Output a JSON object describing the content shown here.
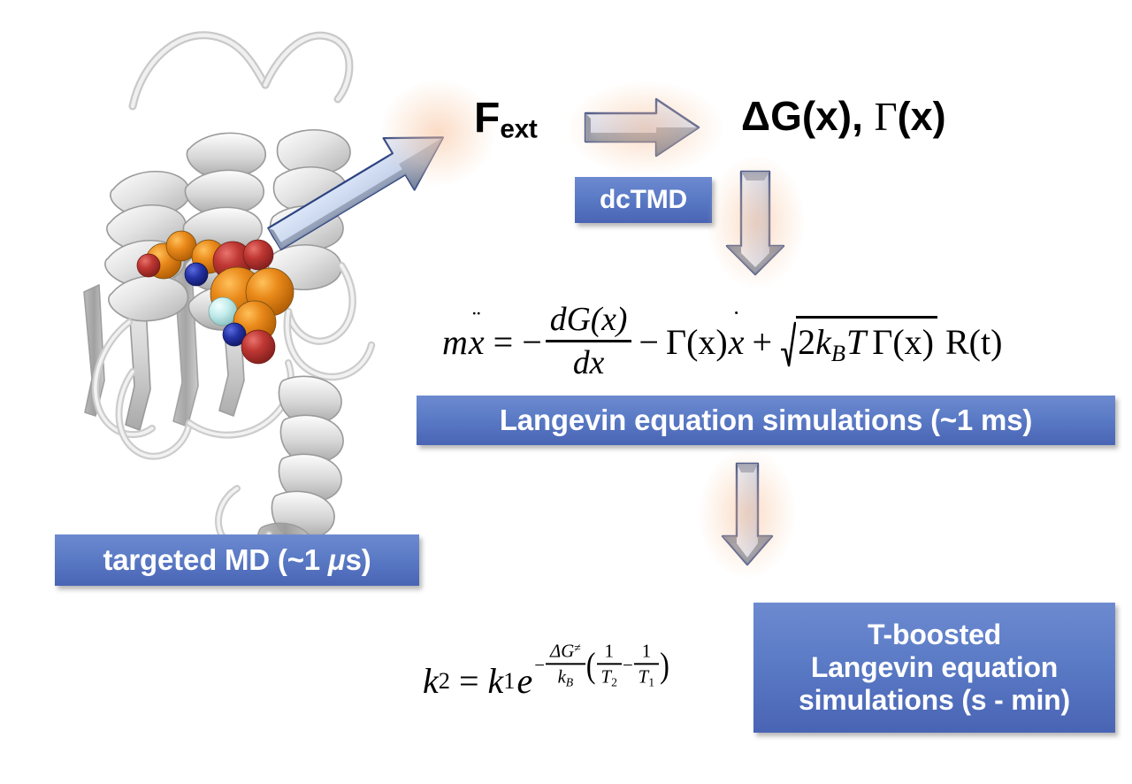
{
  "figure": {
    "title": "dcTMD multiscale simulation workflow",
    "background_color": "#ffffff",
    "accent_blue": "#5b7bc6",
    "arrow_light": "#dbe4f7",
    "arrow_dark": "#6c7585",
    "arrow_outline": "#2c3f77"
  },
  "protein": {
    "caption": "protein ribbon structure with bound ligand",
    "ribbon_color": "#d8d8d8",
    "ligand_colors": {
      "carbon": "#e08214",
      "oxygen": "#b5302e",
      "nitrogen": "#2233a0",
      "fluorine": "#bfe8e4"
    }
  },
  "labels": {
    "force": "F",
    "force_sub": "ext",
    "observables_delta_g": "ΔG(x),",
    "observables_gamma": "Γ(x)"
  },
  "boxes": {
    "dctmd": "dcTMD",
    "targeted_md": "targeted MD (~1 μs)",
    "targeted_md_pre": "targeted MD (~1 ",
    "targeted_md_mu": "μ",
    "targeted_md_post": "s)",
    "langevin": "Langevin equation simulations (~1 ms)",
    "tboosted_line1": "T-boosted",
    "tboosted_line2": "Langevin equation",
    "tboosted_line3": "simulations (s - min)"
  },
  "equations": {
    "langevin": {
      "description": "Langevin equation of motion",
      "latex": "m\\ddot{x} = -\\frac{dG(x)}{dx} - \\Gamma(x)\\dot{x} + \\sqrt{2k_B T\\,\\Gamma(x)}\\;R(t)",
      "mass": "m",
      "accel": "x",
      "equals": "=",
      "minus1": "−",
      "num": "dG(x)",
      "den": "dx",
      "minus2": "−",
      "gamma_term": "Γ(x)",
      "velocity": "x",
      "plus": "+",
      "sqrt_two": "2",
      "kb": "k",
      "kb_sub": "B",
      "temp": "T",
      "gamma_sqrt": "Γ(x)",
      "noise": "R(t)"
    },
    "arrhenius": {
      "description": "temperature-boosted rate scaling relation",
      "latex": "k_2 = k_1 e^{-\\frac{\\Delta G^{\\neq}}{k_B}\\left(\\frac{1}{T_2}-\\frac{1}{T_1}\\right)}",
      "k2": "k",
      "k2_sub": "2",
      "equals": "=",
      "k1": "k",
      "k1_sub": "1",
      "e": "e",
      "exp_minus": "−",
      "exp_num": "ΔG",
      "exp_num_sup": "≠",
      "exp_den": "k",
      "exp_den_sub": "B",
      "one": "1",
      "t2": "T",
      "t2_sub": "2",
      "inner_minus": "−",
      "t1": "T",
      "t1_sub": "1"
    }
  },
  "arrows": [
    {
      "name": "pulling-force-arrow",
      "direction": "up-right",
      "meaning": "external pulling force applied to ligand"
    },
    {
      "name": "fext-to-observables-arrow",
      "direction": "right",
      "meaning": "dcTMD converts force to free energy and friction"
    },
    {
      "name": "observables-to-langevin-arrow",
      "direction": "down",
      "meaning": "feed dG and friction into Langevin equation"
    },
    {
      "name": "langevin-to-tboosted-arrow",
      "direction": "down",
      "meaning": "temperature boosting of Langevin simulations"
    }
  ]
}
